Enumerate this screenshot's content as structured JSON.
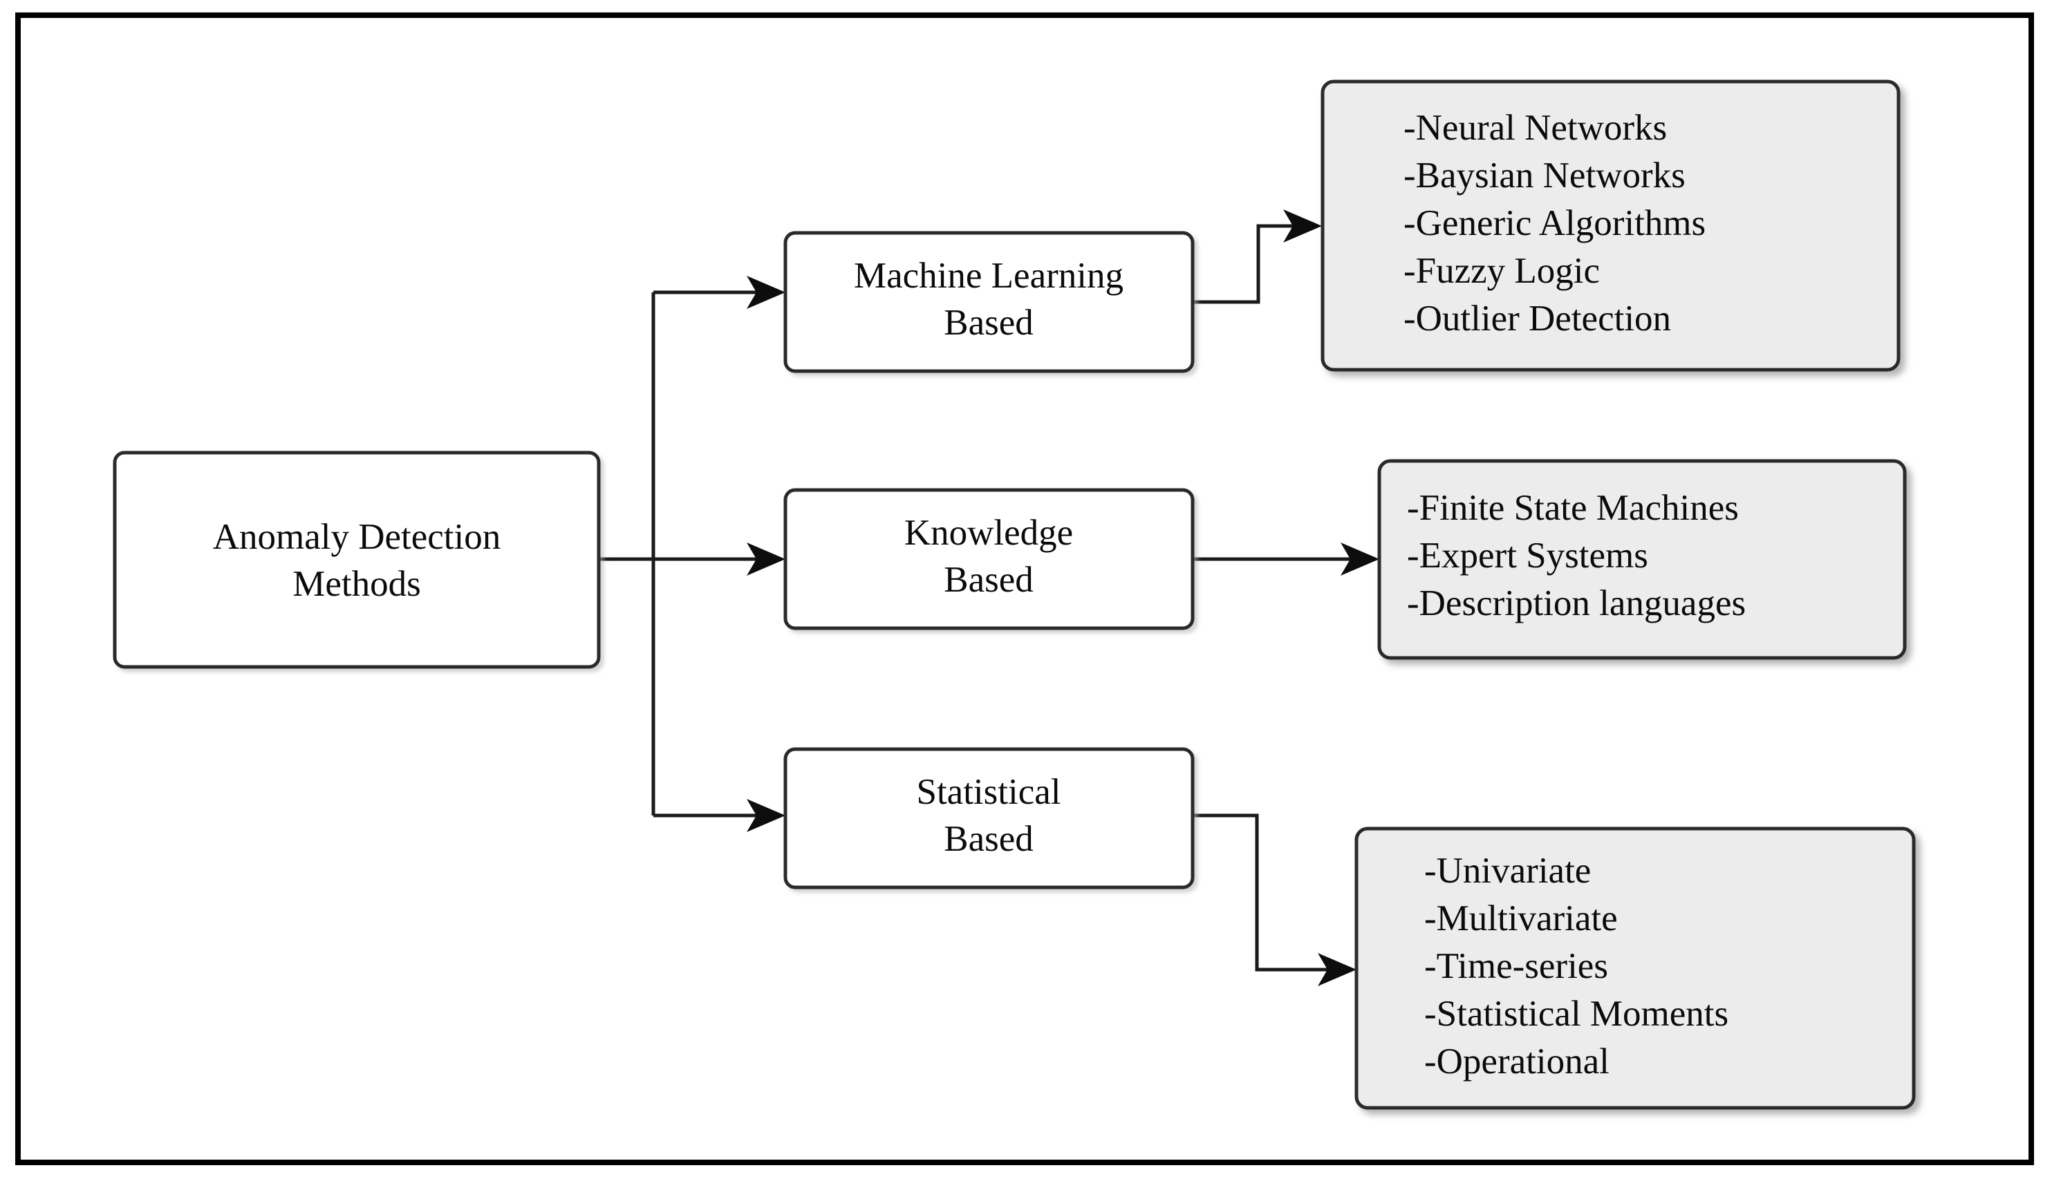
{
  "figure": {
    "title": "Anomaly Detection Methods taxonomy",
    "background_color": "#ffffff",
    "frame_color": "#000000",
    "node_fill_white": "#ffffff",
    "node_fill_gray": "#ececec",
    "node_stroke": "#2a2a2a",
    "connector_color": "#1a1a1a"
  },
  "root": {
    "line1": "Anomaly Detection",
    "line2": "Methods"
  },
  "categories": [
    {
      "line1": "Machine Learning",
      "line2": "Based"
    },
    {
      "line1": "Knowledge",
      "line2": "Based"
    },
    {
      "line1": "Statistical",
      "line2": "Based"
    }
  ],
  "details": {
    "machine_learning": [
      "-Neural Networks",
      "-Baysian Networks",
      "-Generic Algorithms",
      "-Fuzzy Logic",
      "-Outlier Detection"
    ],
    "knowledge": [
      "-Finite State Machines",
      "-Expert Systems",
      "-Description languages"
    ],
    "statistical": [
      "-Univariate",
      "-Multivariate",
      "-Time-series",
      "-Statistical Moments",
      "-Operational"
    ]
  }
}
